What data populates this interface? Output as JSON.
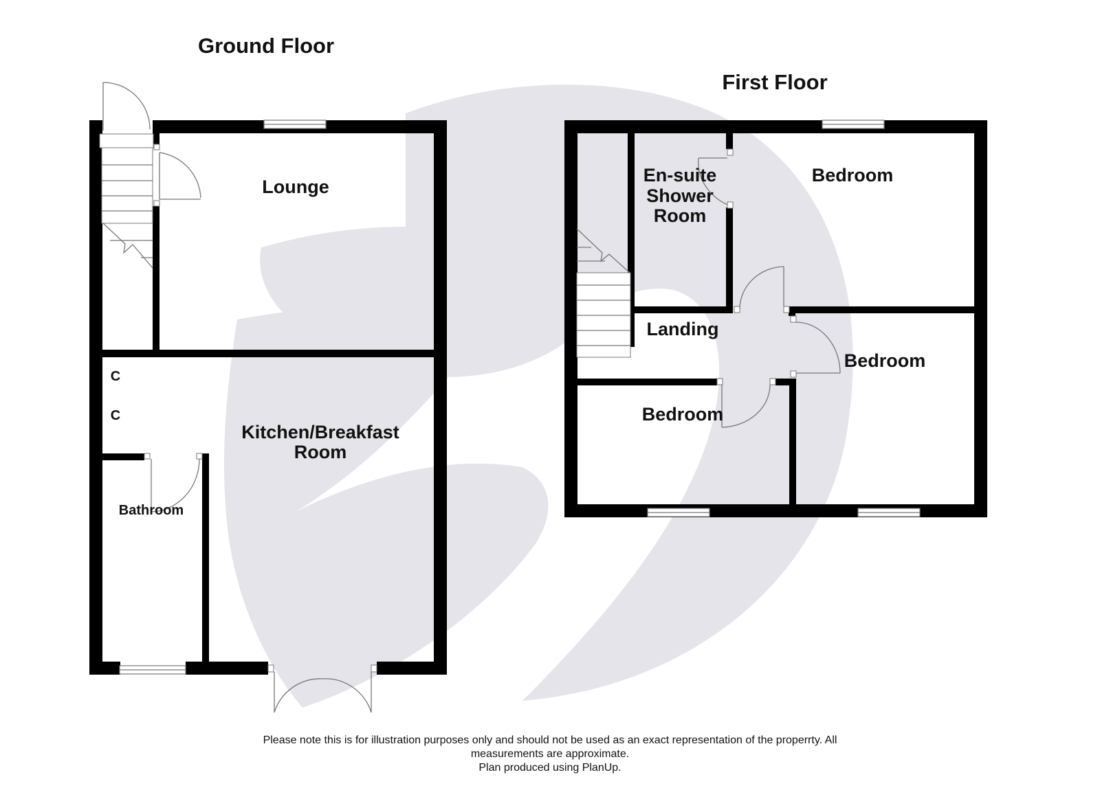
{
  "ground_floor": {
    "title": "Ground Floor",
    "rooms": {
      "lounge": "Lounge",
      "kitchen_line1": "Kitchen/Breakfast",
      "kitchen_line2": "Room",
      "bathroom": "Bathroom",
      "cupboard1": "C",
      "cupboard2": "C"
    }
  },
  "first_floor": {
    "title": "First Floor",
    "rooms": {
      "ensuite_line1": "En-suite",
      "ensuite_line2": "Shower",
      "ensuite_line3": "Room",
      "bedroom_top_right": "Bedroom",
      "landing": "Landing",
      "bedroom_middle_right": "Bedroom",
      "bedroom_bottom_left": "Bedroom"
    }
  },
  "footer": {
    "line1": "Please note this is for illustration purposes only and should not be used as an exact representation of the properrty. All",
    "line2": "measurements are approximate.",
    "line3": "Plan produced using PlanUp."
  },
  "colors": {
    "wall": "#000000",
    "watermark": "#e4e4ea",
    "line": "#777777"
  }
}
